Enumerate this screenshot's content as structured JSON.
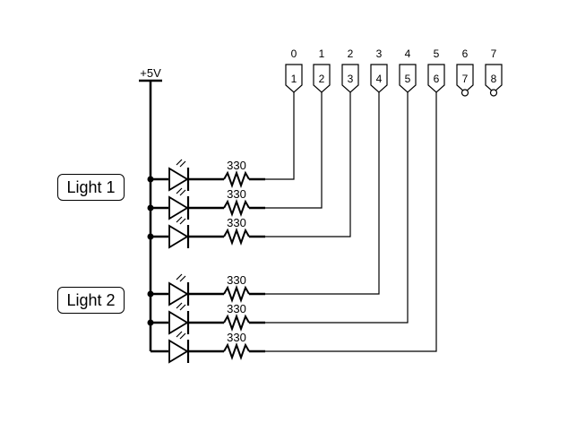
{
  "supply": {
    "label": "+5V"
  },
  "groups": [
    {
      "label": "Light 1"
    },
    {
      "label": "Light 2"
    }
  ],
  "resistors": [
    {
      "value": "330",
      "pin": 1
    },
    {
      "value": "330",
      "pin": 2
    },
    {
      "value": "330",
      "pin": 3
    },
    {
      "value": "330",
      "pin": 4
    },
    {
      "value": "330",
      "pin": 5
    },
    {
      "value": "330",
      "pin": 6
    }
  ],
  "connector": {
    "pins": [
      {
        "top": "0",
        "num": "1",
        "inverted": false
      },
      {
        "top": "1",
        "num": "2",
        "inverted": false
      },
      {
        "top": "2",
        "num": "3",
        "inverted": false
      },
      {
        "top": "3",
        "num": "4",
        "inverted": false
      },
      {
        "top": "4",
        "num": "5",
        "inverted": false
      },
      {
        "top": "5",
        "num": "6",
        "inverted": false
      },
      {
        "top": "6",
        "num": "7",
        "inverted": true
      },
      {
        "top": "7",
        "num": "8",
        "inverted": true
      }
    ]
  }
}
